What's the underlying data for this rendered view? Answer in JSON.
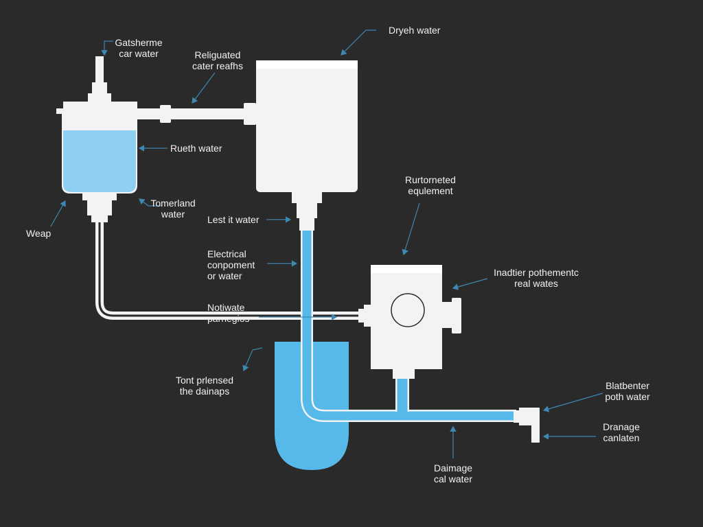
{
  "colors": {
    "background": "#2a2a2b",
    "pipe": "#f1f3f5",
    "water": "#57b9ea",
    "water_light": "#8fd0f2",
    "arrow": "#3f88b3"
  },
  "labels": {
    "gatsherme": [
      "Gatsherme",
      "car water"
    ],
    "religuated": [
      "Religuated",
      "cater reafhs"
    ],
    "dryeh": [
      "Dryeh water"
    ],
    "rueth": [
      "Rueth water"
    ],
    "tomerland": [
      "Tomerland",
      "water"
    ],
    "weap": [
      "Weap"
    ],
    "lest": [
      "Lest it water"
    ],
    "electrical": [
      "Electrical",
      "conpoment",
      "or water"
    ],
    "rurtomeded": [
      "Rurtorneted",
      "equlement"
    ],
    "inadtier": [
      "Inadtier pothementc",
      "real wates"
    ],
    "notiwate": [
      "Notiwate",
      "parnegios"
    ],
    "tont": [
      "Tont prlensed",
      "the dainaps"
    ],
    "blatbenter": [
      "Blatbenter",
      "poth water"
    ],
    "dranage": [
      "Dranage",
      "canlaten"
    ],
    "daimage": [
      "Daimage",
      "cal water"
    ]
  }
}
